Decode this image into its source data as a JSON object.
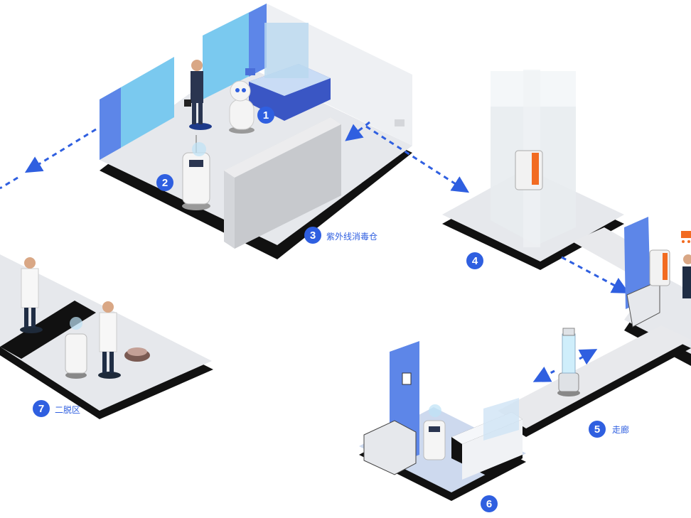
{
  "colors": {
    "badge": "#2f5fe0",
    "arrow": "#2f5fe0",
    "screen": "#7ac9ef",
    "door": "#5d86e8",
    "floor": "#e6e8ec",
    "shadow": "#111111"
  },
  "zones": [
    {
      "number": "1",
      "label": ""
    },
    {
      "number": "2",
      "label": ""
    },
    {
      "number": "3",
      "label": "紫外线消毒仓"
    },
    {
      "number": "4",
      "label": ""
    },
    {
      "number": "5",
      "label": "走廊"
    },
    {
      "number": "6",
      "label": ""
    },
    {
      "number": "7",
      "label": "二脱区"
    }
  ],
  "icons": {
    "cart": "shopping-cart-icon",
    "id_card": "id-card-icon"
  }
}
